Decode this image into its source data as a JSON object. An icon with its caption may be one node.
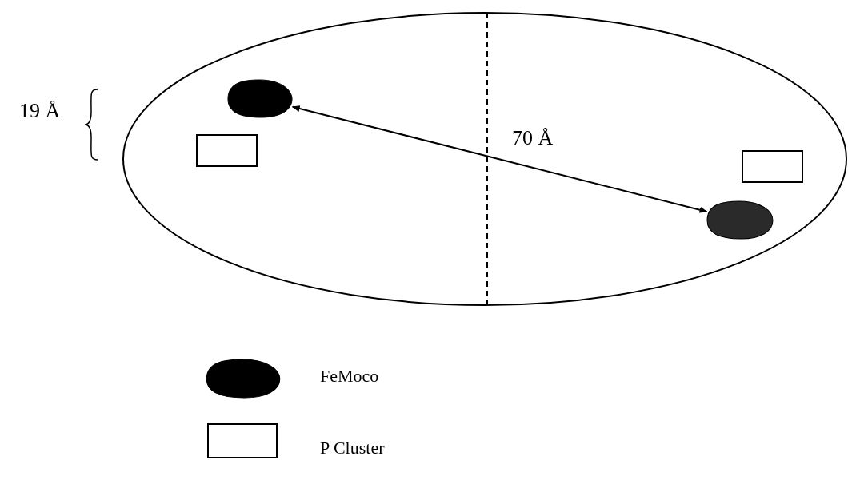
{
  "diagram": {
    "nodes": [
      {
        "text": [],
        "shape": "ellipse"
      },
      {
        "text": [],
        "shape": "blob",
        "in": 0
      },
      {
        "text": [],
        "shape": "box",
        "in": 0
      },
      {
        "text": [],
        "shape": "box",
        "in": 0
      },
      {
        "text": [],
        "shape": "blob",
        "in": 0
      }
    ],
    "edges": [
      {
        "from": 1,
        "to": 4,
        "arrow": "both",
        "label": "70 Å"
      }
    ],
    "labels": [
      "19 Å"
    ],
    "legend": [
      {
        "text": "FeMoco"
      },
      {
        "text": "P Cluster"
      }
    ]
  }
}
